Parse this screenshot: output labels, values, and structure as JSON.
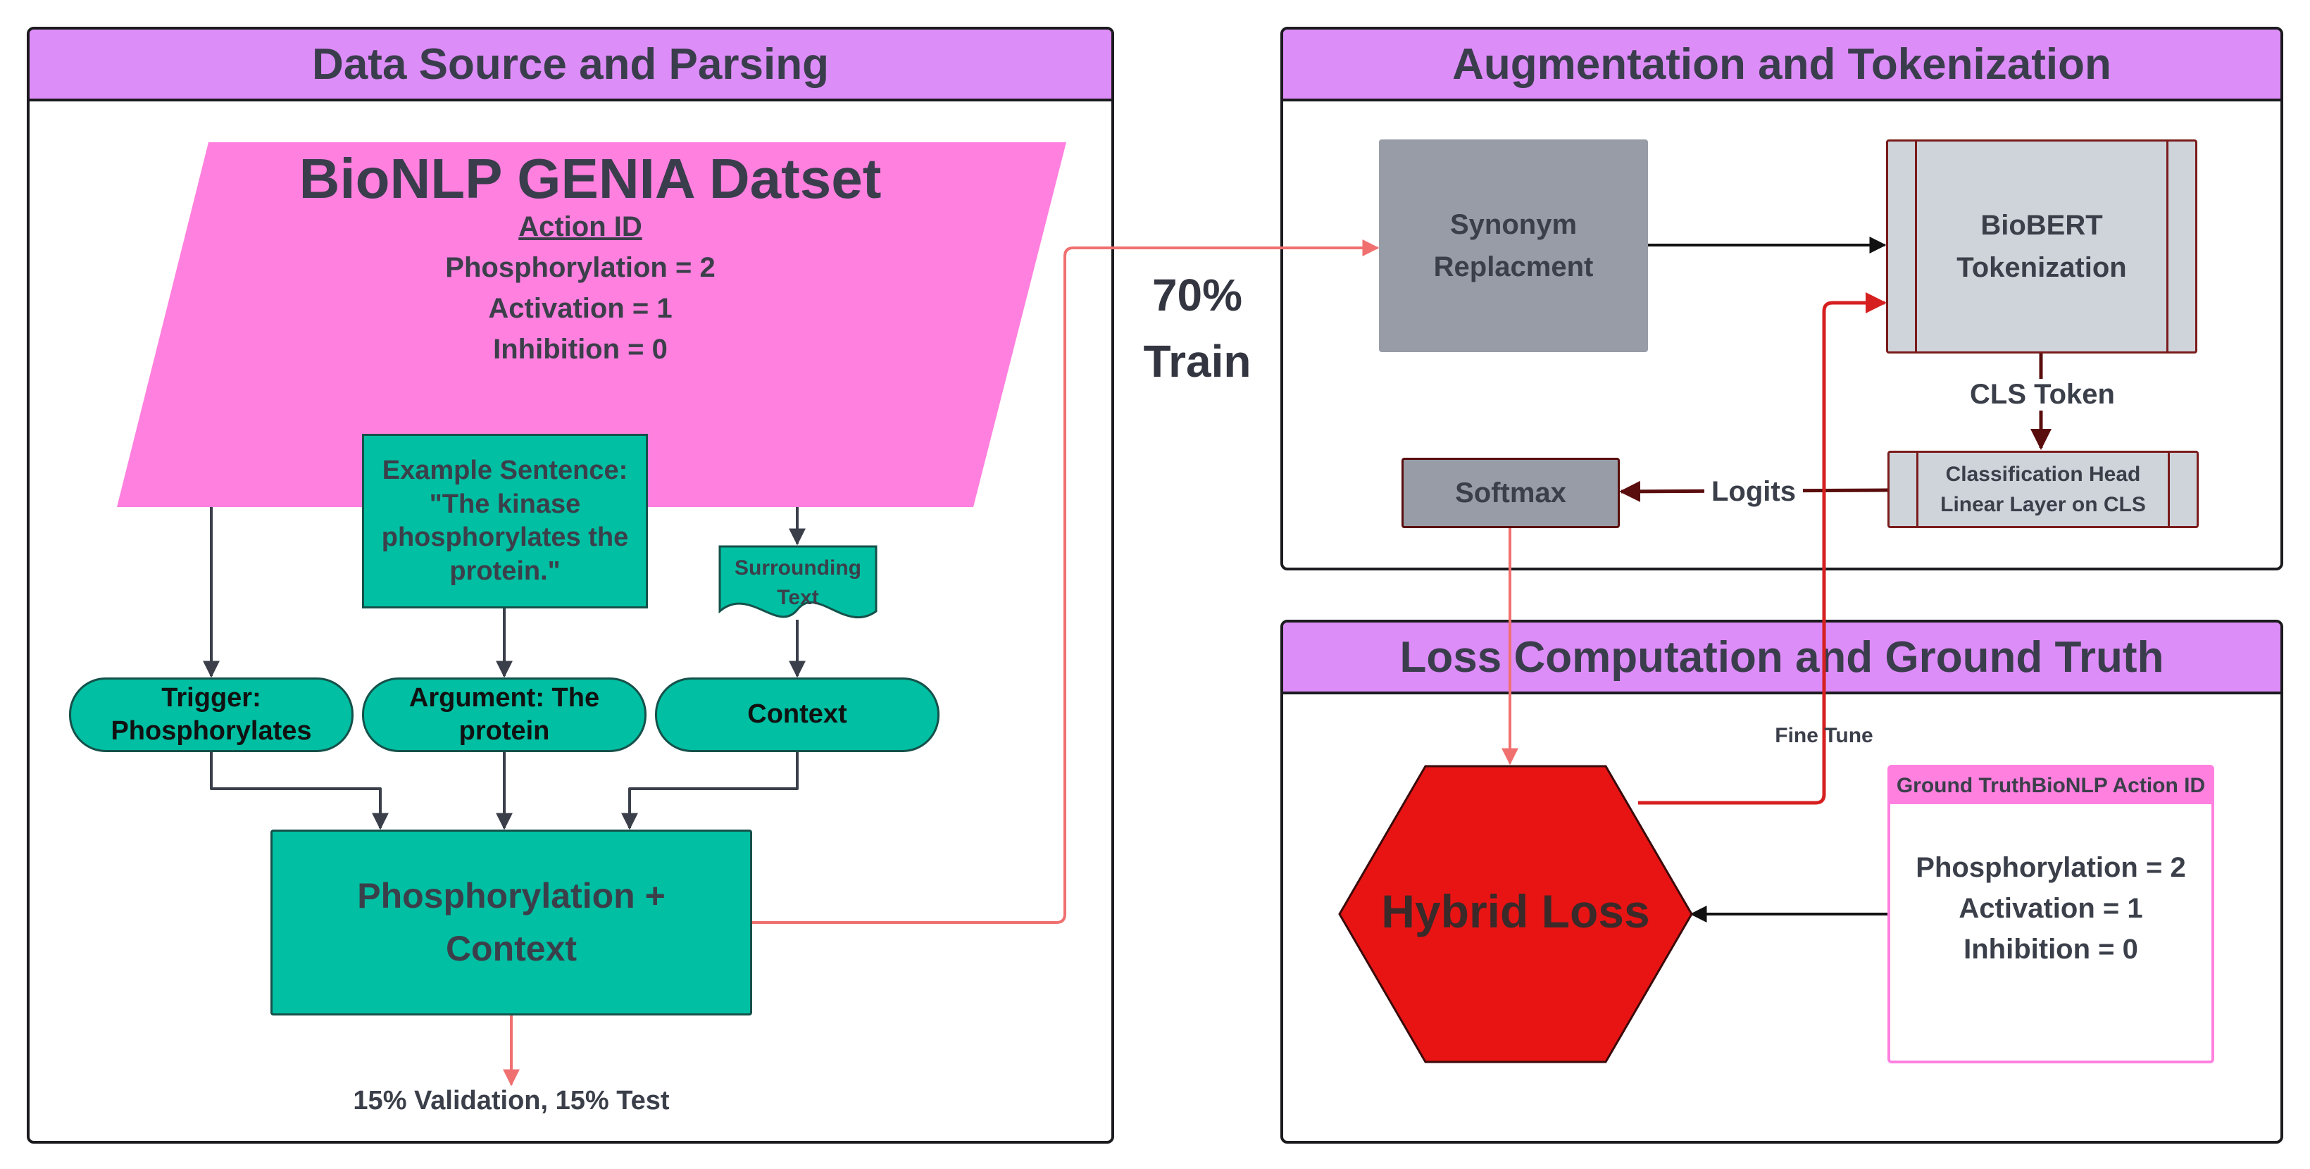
{
  "panels": {
    "data_source": "Data Source and Parsing",
    "augmentation": "Augmentation and Tokenization",
    "loss": "Loss Computation and Ground Truth"
  },
  "dataset": {
    "title": "BioNLP GENIA Datset",
    "subtitle": "Action ID",
    "lines": [
      "Phosphorylation = 2",
      "Activation = 1",
      "Inhibition = 0"
    ]
  },
  "example": {
    "lines": [
      "Example Sentence:",
      "\"The kinase",
      "phosphorylates the",
      "protein.\""
    ]
  },
  "surrounding_text": [
    "Surrounding",
    "Text"
  ],
  "nodes": {
    "trigger": [
      "Trigger:",
      "Phosphorylates"
    ],
    "argument": [
      "Argument: The",
      "protein"
    ],
    "context": "Context",
    "combined": [
      "Phosphorylation +",
      "Context"
    ],
    "synonym": [
      "Synonym",
      "Replacment"
    ],
    "biobert": [
      "BioBERT",
      "Tokenization"
    ],
    "classification": [
      "Classification Head",
      "Linear Layer on CLS"
    ],
    "softmax": "Softmax",
    "hybrid_loss": "Hybrid Loss",
    "ground_truth_header": "Ground TruthBioNLP Action ID",
    "ground_truth_lines": [
      "Phosphorylation = 2",
      "Activation = 1",
      "Inhibition = 0"
    ]
  },
  "edge_labels": {
    "train": [
      "70%",
      "Train"
    ],
    "split": "15% Validation, 15% Test",
    "cls_token": "CLS Token",
    "logits": "Logits",
    "fine_tune": "Fine Tune"
  },
  "colors": {
    "panel_header": "#dd8df8",
    "dataset_fill": "#ff80df",
    "teal": "#00bfa2",
    "gray_dark": "#979ca6",
    "gray_light": "#cfd4db",
    "hybrid_red": "#e81414",
    "arrow_salmon": "#f07070",
    "arrow_red": "#d62020",
    "arrow_dark": "#3b3f4a",
    "arrow_maroon": "#5a0d0d",
    "ground_truth_border": "#ff80df"
  }
}
